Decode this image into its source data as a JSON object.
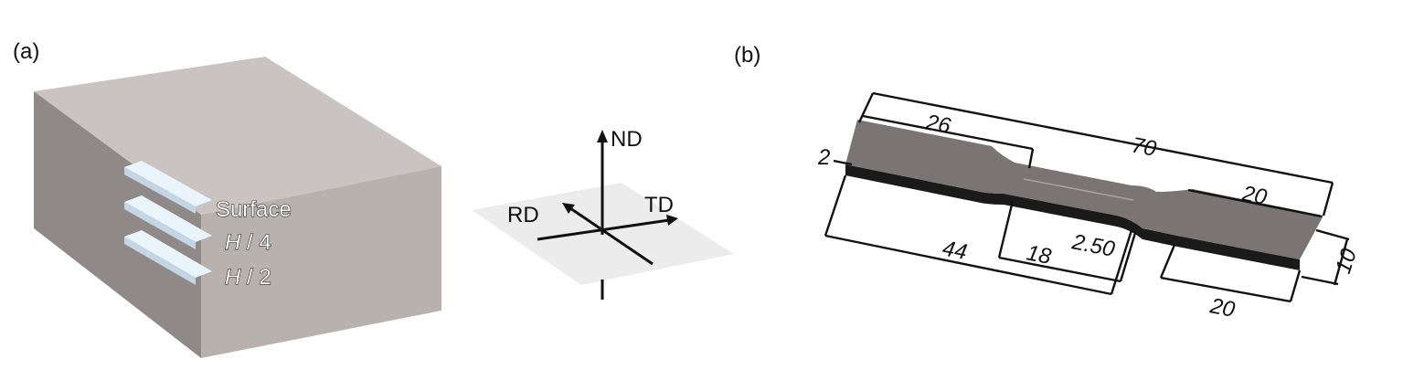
{
  "panel_a": {
    "label": "(a)",
    "slices": [
      {
        "name": "surface",
        "label": "Surface",
        "italic_part": ""
      },
      {
        "name": "quarter",
        "label": " / 4",
        "italic_part": "H"
      },
      {
        "name": "half",
        "label": " / 2",
        "italic_part": "H"
      }
    ],
    "axes": {
      "nd": "ND",
      "td": "TD",
      "rd": "RD"
    },
    "colors": {
      "block_front": "#b7b1ae",
      "block_top": "#c9c4c1",
      "block_side": "#8e8a88",
      "slice": "#e7f2fa",
      "plane": "#ececec"
    }
  },
  "panel_b": {
    "label": "(b)",
    "dimensions": {
      "total_length": "70",
      "grip_length": "26",
      "thickness": "2",
      "shoulder_length": "44",
      "gauge_length": "18",
      "gauge_width": "2.50",
      "grip_end_length_top": "20",
      "grip_end_length_bottom": "20",
      "grip_width": "10"
    },
    "colors": {
      "specimen_top": "#7a7474",
      "specimen_edge": "#1a1a1a"
    }
  }
}
